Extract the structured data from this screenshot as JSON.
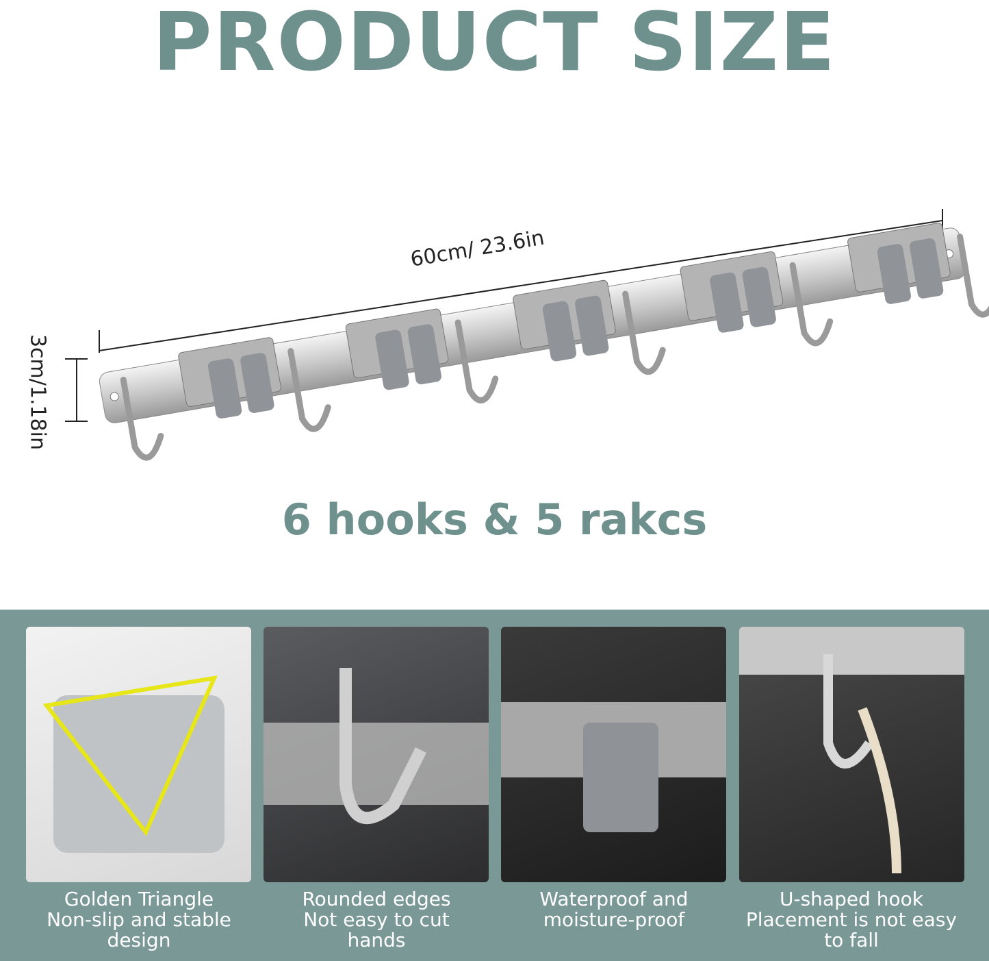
{
  "title": "PRODUCT SIZE",
  "dimensions": {
    "width": "60cm/ 23.6in",
    "height": "3cm/1.18in"
  },
  "subtitle": "6 hooks & 5 rakcs",
  "product": {
    "hooks": 6,
    "holders": 5
  },
  "colors": {
    "accent": "#6f918d",
    "panel": "#7a9896"
  },
  "features": [
    {
      "image": "mop-holder-closeup",
      "lines": [
        "Golden Triangle",
        "Non-slip and stable",
        "design"
      ]
    },
    {
      "image": "rounded-hook-finger",
      "lines": [
        "Rounded edges",
        "Not easy to cut",
        "hands"
      ]
    },
    {
      "image": "wet-holder",
      "lines": [
        "Waterproof and",
        "moisture-proof"
      ]
    },
    {
      "image": "u-hook-rope",
      "lines": [
        "U-shaped hook",
        "Placement is not easy",
        "to fall"
      ]
    }
  ]
}
